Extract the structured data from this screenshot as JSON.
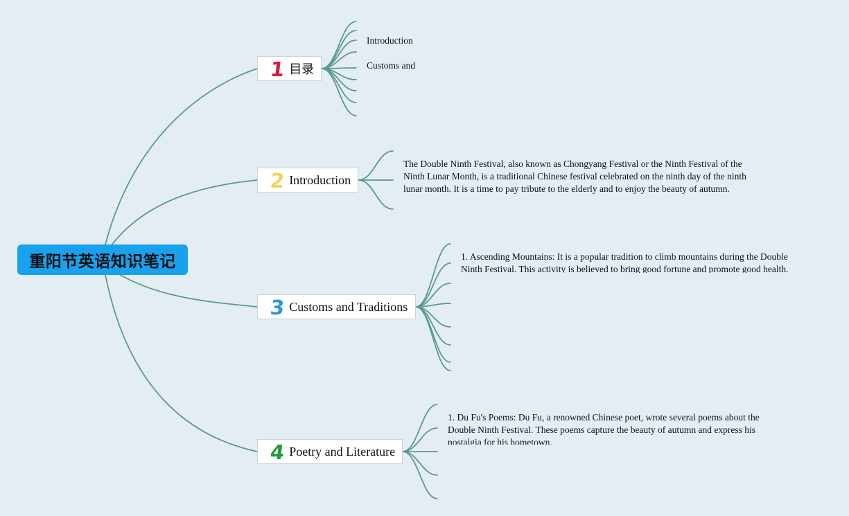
{
  "central_topic": {
    "label": "重阳节英语知识笔记",
    "color": "#18a2ee"
  },
  "branch_color": "#5b9a8b",
  "topics": [
    {
      "number": "1",
      "number_color": "#d21f3c",
      "label": "目录",
      "leaves": [
        "Introduction",
        "Customs and"
      ]
    },
    {
      "number": "2",
      "number_color": "#f2d45c",
      "label": "Introduction",
      "leaves": [
        "The Double Ninth Festival, also known as Chongyang Festival or the Ninth Festival of the Ninth Lunar Month, is a traditional Chinese festival celebrated on the ninth day of the ninth lunar month. It is a time to pay tribute to the elderly and to enjoy the beauty of autumn."
      ]
    },
    {
      "number": "3",
      "number_color": "#2b97d6",
      "label": "Customs and Traditions",
      "leaves": [
        "1. Ascending Mountains: It is a popular tradition to climb mountains during the Double Ninth Festival. This activity is believed to bring good fortune and promote good health."
      ]
    },
    {
      "number": "4",
      "number_color": "#1f9a3a",
      "label": "Poetry and Literature",
      "leaves": [
        "1. Du Fu's Poems: Du Fu, a renowned Chinese poet, wrote several poems about the Double Ninth Festival. These poems capture the beauty of autumn and express his nostalgia for his hometown."
      ]
    }
  ]
}
